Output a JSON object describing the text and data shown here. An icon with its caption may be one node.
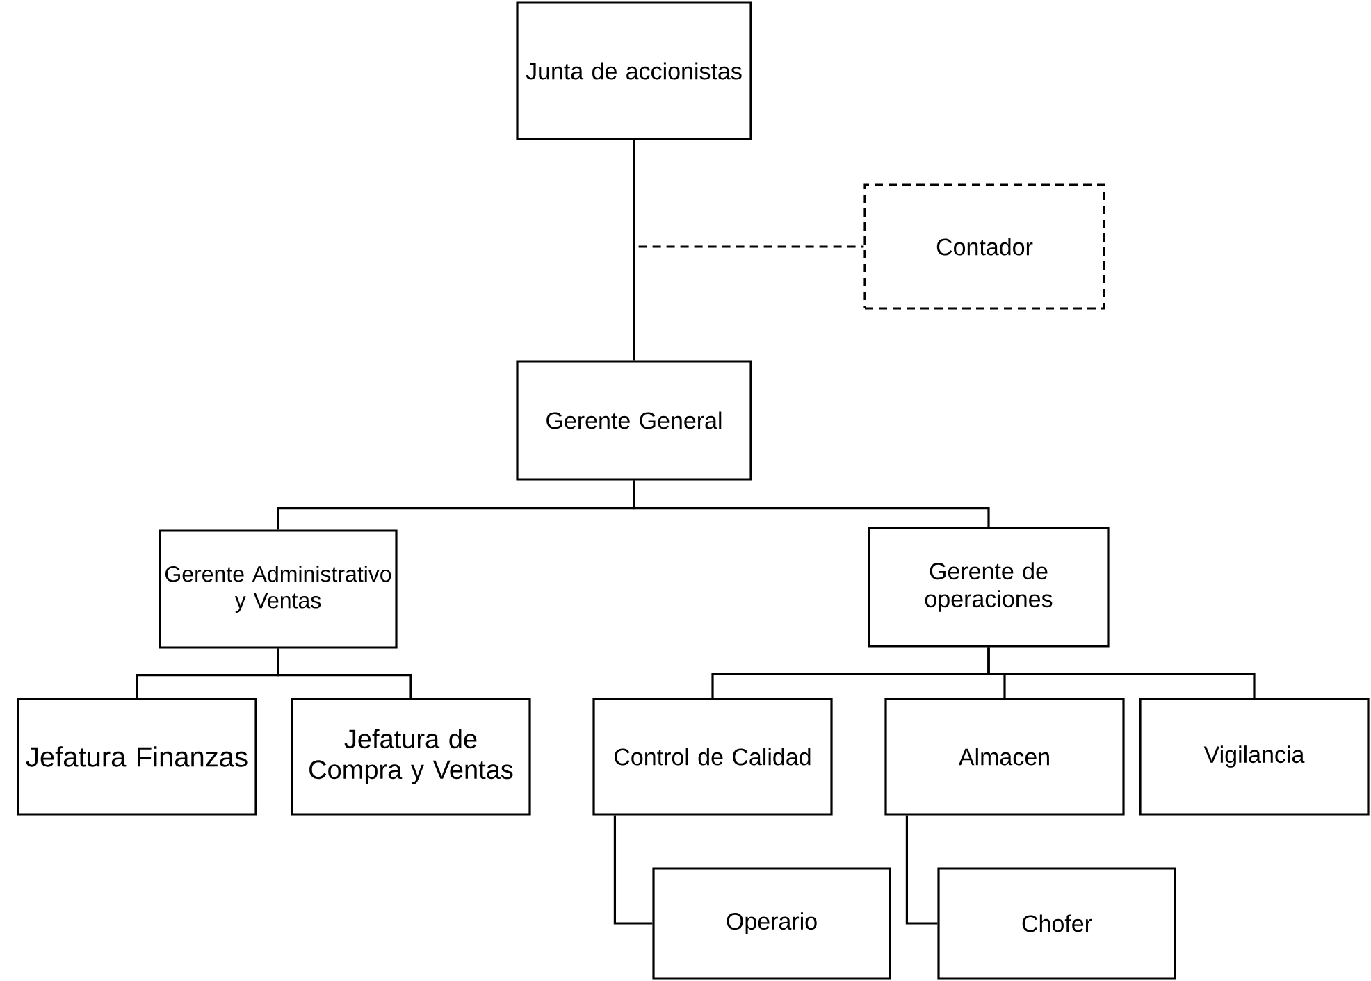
{
  "diagram": {
    "nodes": [
      {
        "text": [
          "Junta de accionistas"
        ]
      },
      {
        "text": [
          "Contador"
        ]
      },
      {
        "text": [
          "Gerente General"
        ]
      },
      {
        "text": [
          "Gerente Administrativo y Ventas"
        ]
      },
      {
        "text": [
          "Gerente de operaciones"
        ]
      },
      {
        "text": [
          "Jefatura Finanzas"
        ]
      },
      {
        "text": [
          "Jefatura de Compra y Ventas"
        ]
      },
      {
        "text": [
          "Control de Calidad"
        ]
      },
      {
        "text": [
          "Almacen"
        ]
      },
      {
        "text": [
          "Vigilancia"
        ]
      },
      {
        "text": [
          "Operario"
        ]
      },
      {
        "text": [
          "Chofer"
        ]
      }
    ],
    "edges": [
      {
        "from": 0,
        "to": 2,
        "arrow": "none"
      },
      {
        "from": 0,
        "to": 1,
        "arrow": "none",
        "style": "dashed"
      },
      {
        "from": 2,
        "to": 3,
        "arrow": "none"
      },
      {
        "from": 2,
        "to": 4,
        "arrow": "none"
      },
      {
        "from": 3,
        "to": 5,
        "arrow": "none"
      },
      {
        "from": 3,
        "to": 6,
        "arrow": "none"
      },
      {
        "from": 4,
        "to": 7,
        "arrow": "none"
      },
      {
        "from": 4,
        "to": 8,
        "arrow": "none"
      },
      {
        "from": 4,
        "to": 9,
        "arrow": "none"
      },
      {
        "from": 7,
        "to": 10,
        "arrow": "none"
      },
      {
        "from": 8,
        "to": 11,
        "arrow": "none"
      }
    ]
  }
}
